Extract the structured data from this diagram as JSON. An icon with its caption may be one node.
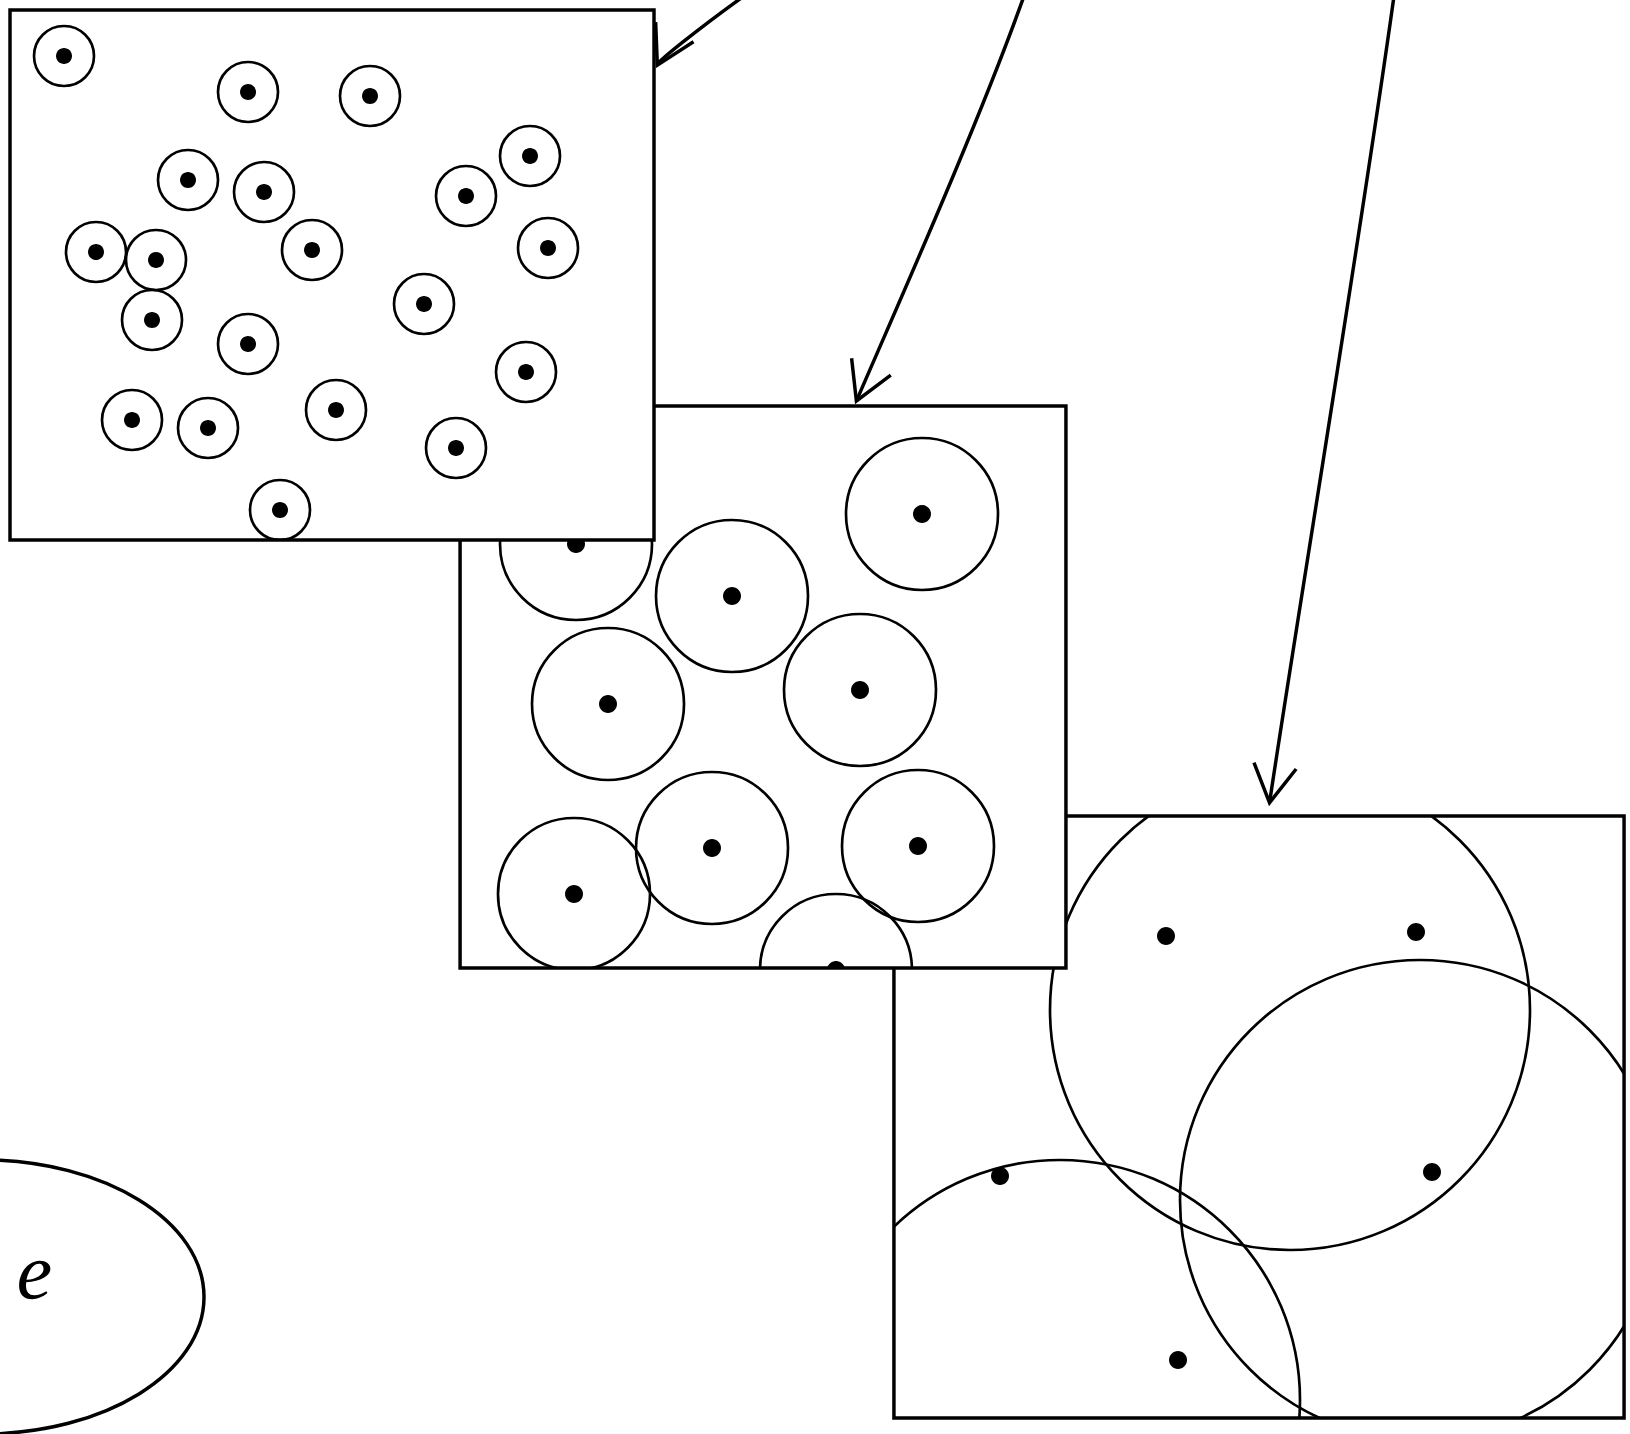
{
  "diagram": {
    "nodes": [
      {
        "text": [],
        "shape": "box"
      },
      {
        "text": [],
        "shape": "box"
      },
      {
        "text": [],
        "shape": "box"
      },
      {
        "text": [
          "e"
        ]
      }
    ],
    "edges": [
      {
        "from": null,
        "to": 0,
        "arrow": "to"
      },
      {
        "from": null,
        "to": 1,
        "arrow": "to"
      },
      {
        "from": null,
        "to": 2,
        "arrow": "to"
      }
    ]
  }
}
